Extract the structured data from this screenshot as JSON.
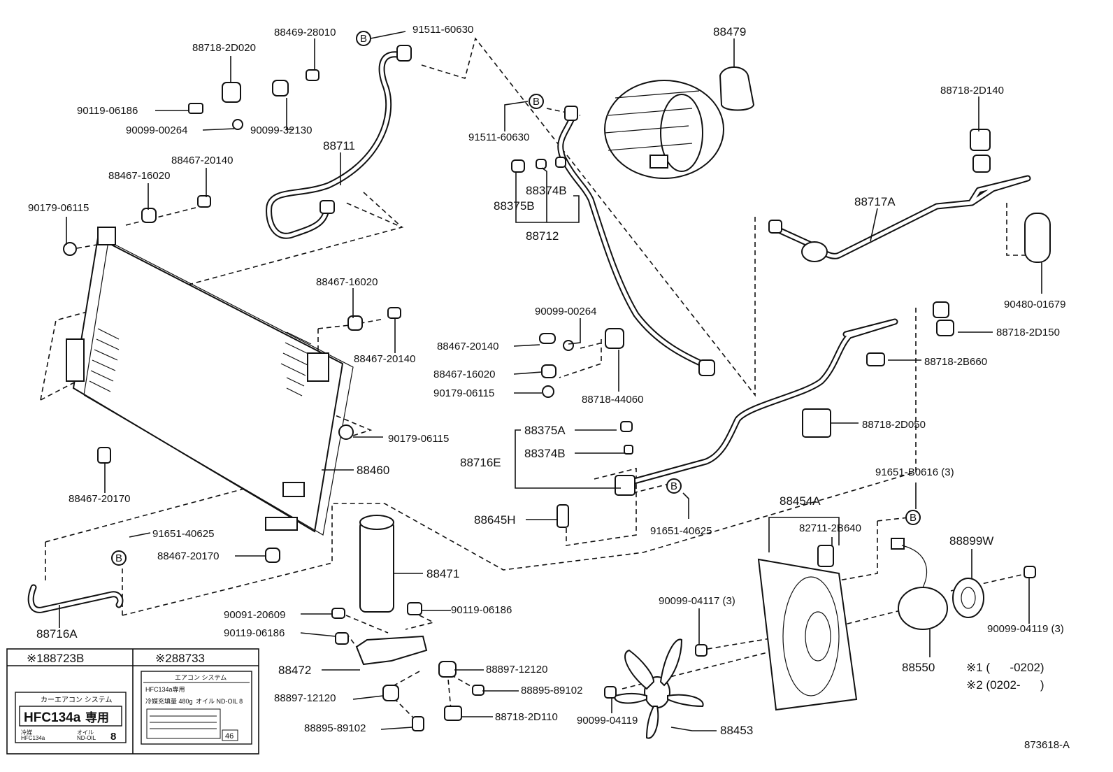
{
  "labels": {
    "l88469": "88469-28010",
    "l91511a": "91511-60630",
    "l88718_2D020": "88718-2D020",
    "l90119a": "90119-06186",
    "l90099_00264a": "90099-00264",
    "l90099_32130": "90099-32130",
    "l88711": "88711",
    "l88467_20140a": "88467-20140",
    "l88467_16020a": "88467-16020",
    "l90179a": "90179-06115",
    "l88479": "88479",
    "l91511b": "91511-60630",
    "l88374Ba": "88374B",
    "l88375Ba": "88375B",
    "l88712": "88712",
    "l88718_2D140": "88718-2D140",
    "l88717A": "88717A",
    "l90480": "90480-01679",
    "l88718_2D150": "88718-2D150",
    "l88718_2B660": "88718-2B660",
    "l88718_2D050": "88718-2D050",
    "l88467_16020b": "88467-16020",
    "l88467_20140b": "88467-20140",
    "l90099_00264b": "90099-00264",
    "l88467_20140c": "88467-20140",
    "l88467_16020c": "88467-16020",
    "l90179b": "90179-06115",
    "l88718_44060": "88718-44060",
    "l90179c": "90179-06115",
    "l88460": "88460",
    "l88467_20170a": "88467-20170",
    "l88375A": "88375A",
    "l88716E": "88716E",
    "l88374Bb": "88374B",
    "l88645H": "88645H",
    "l91651_40625b": "91651-40625",
    "l91651_B0616": "91651-B0616 (3)",
    "l88454A": "88454A",
    "l82711": "82711-2B640",
    "l88899W": "88899W",
    "l91651_40625a": "91651-40625",
    "l88467_20170b": "88467-20170",
    "l88716A": "88716A",
    "l88471": "88471",
    "l90091": "90091-20609",
    "l90119b": "90119-06186",
    "l90119c": "90119-06186",
    "l90099_04117": "90099-04117 (3)",
    "l90099_04119a": "90099-04119 (3)",
    "l88472": "88472",
    "l88897a": "88897-12120",
    "l88897b": "88897-12120",
    "l88895a": "88895-89102",
    "l88895b": "88895-89102",
    "l88718_2D110": "88718-2D110",
    "l90099_04119b": "90099-04119",
    "l88453": "88453",
    "l88550": "88550",
    "note1": "※1 (      -0202)",
    "note2": "※2 (0202-      )",
    "ref": "873618-A",
    "marker": "B"
  },
  "table": {
    "col1": "※188723B",
    "col2": "※288733",
    "label1_title": "カーエアコン システム",
    "label1_main": "HFC134a",
    "label1_suffix": "専用",
    "label1_r1": "冷媒",
    "label1_r2": "HFC134a",
    "label1_r3": "オイル",
    "label1_r4": "ND-OIL",
    "label1_num": "8",
    "label2_title": "エアコン システム",
    "label2_hfc": "HFC134a専用",
    "label2_note": "冷媒充填量 480g",
    "label2_oil": "オイル ND-OIL 8",
    "label2_num": "46"
  }
}
